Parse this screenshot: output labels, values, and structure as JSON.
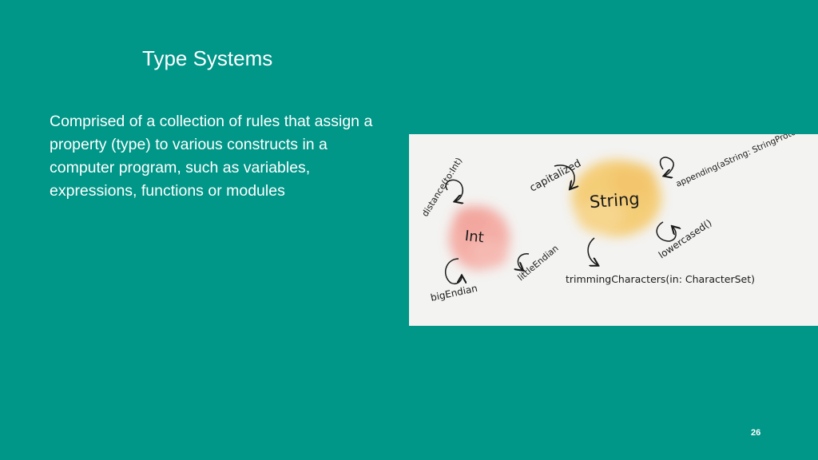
{
  "slide": {
    "title": "Type Systems",
    "body": "Comprised of a collection of rules that assign a property (type) to various constructs in a computer program, such as variables, expressions, functions or modules",
    "page_number": "26"
  },
  "diagram": {
    "int_label": "Int",
    "string_label": "String",
    "int_members": [
      "distance(to:Int)",
      "bigEndian",
      "littleEndian"
    ],
    "string_members": [
      "capitalized",
      "appending(aString: StringProtocol)",
      "lowercased()",
      "trimmingCharacters(in: CharacterSet)"
    ],
    "colors": {
      "int_blob": "#f4a39a",
      "string_blob": "#f5c96a",
      "background": "#009688"
    }
  }
}
